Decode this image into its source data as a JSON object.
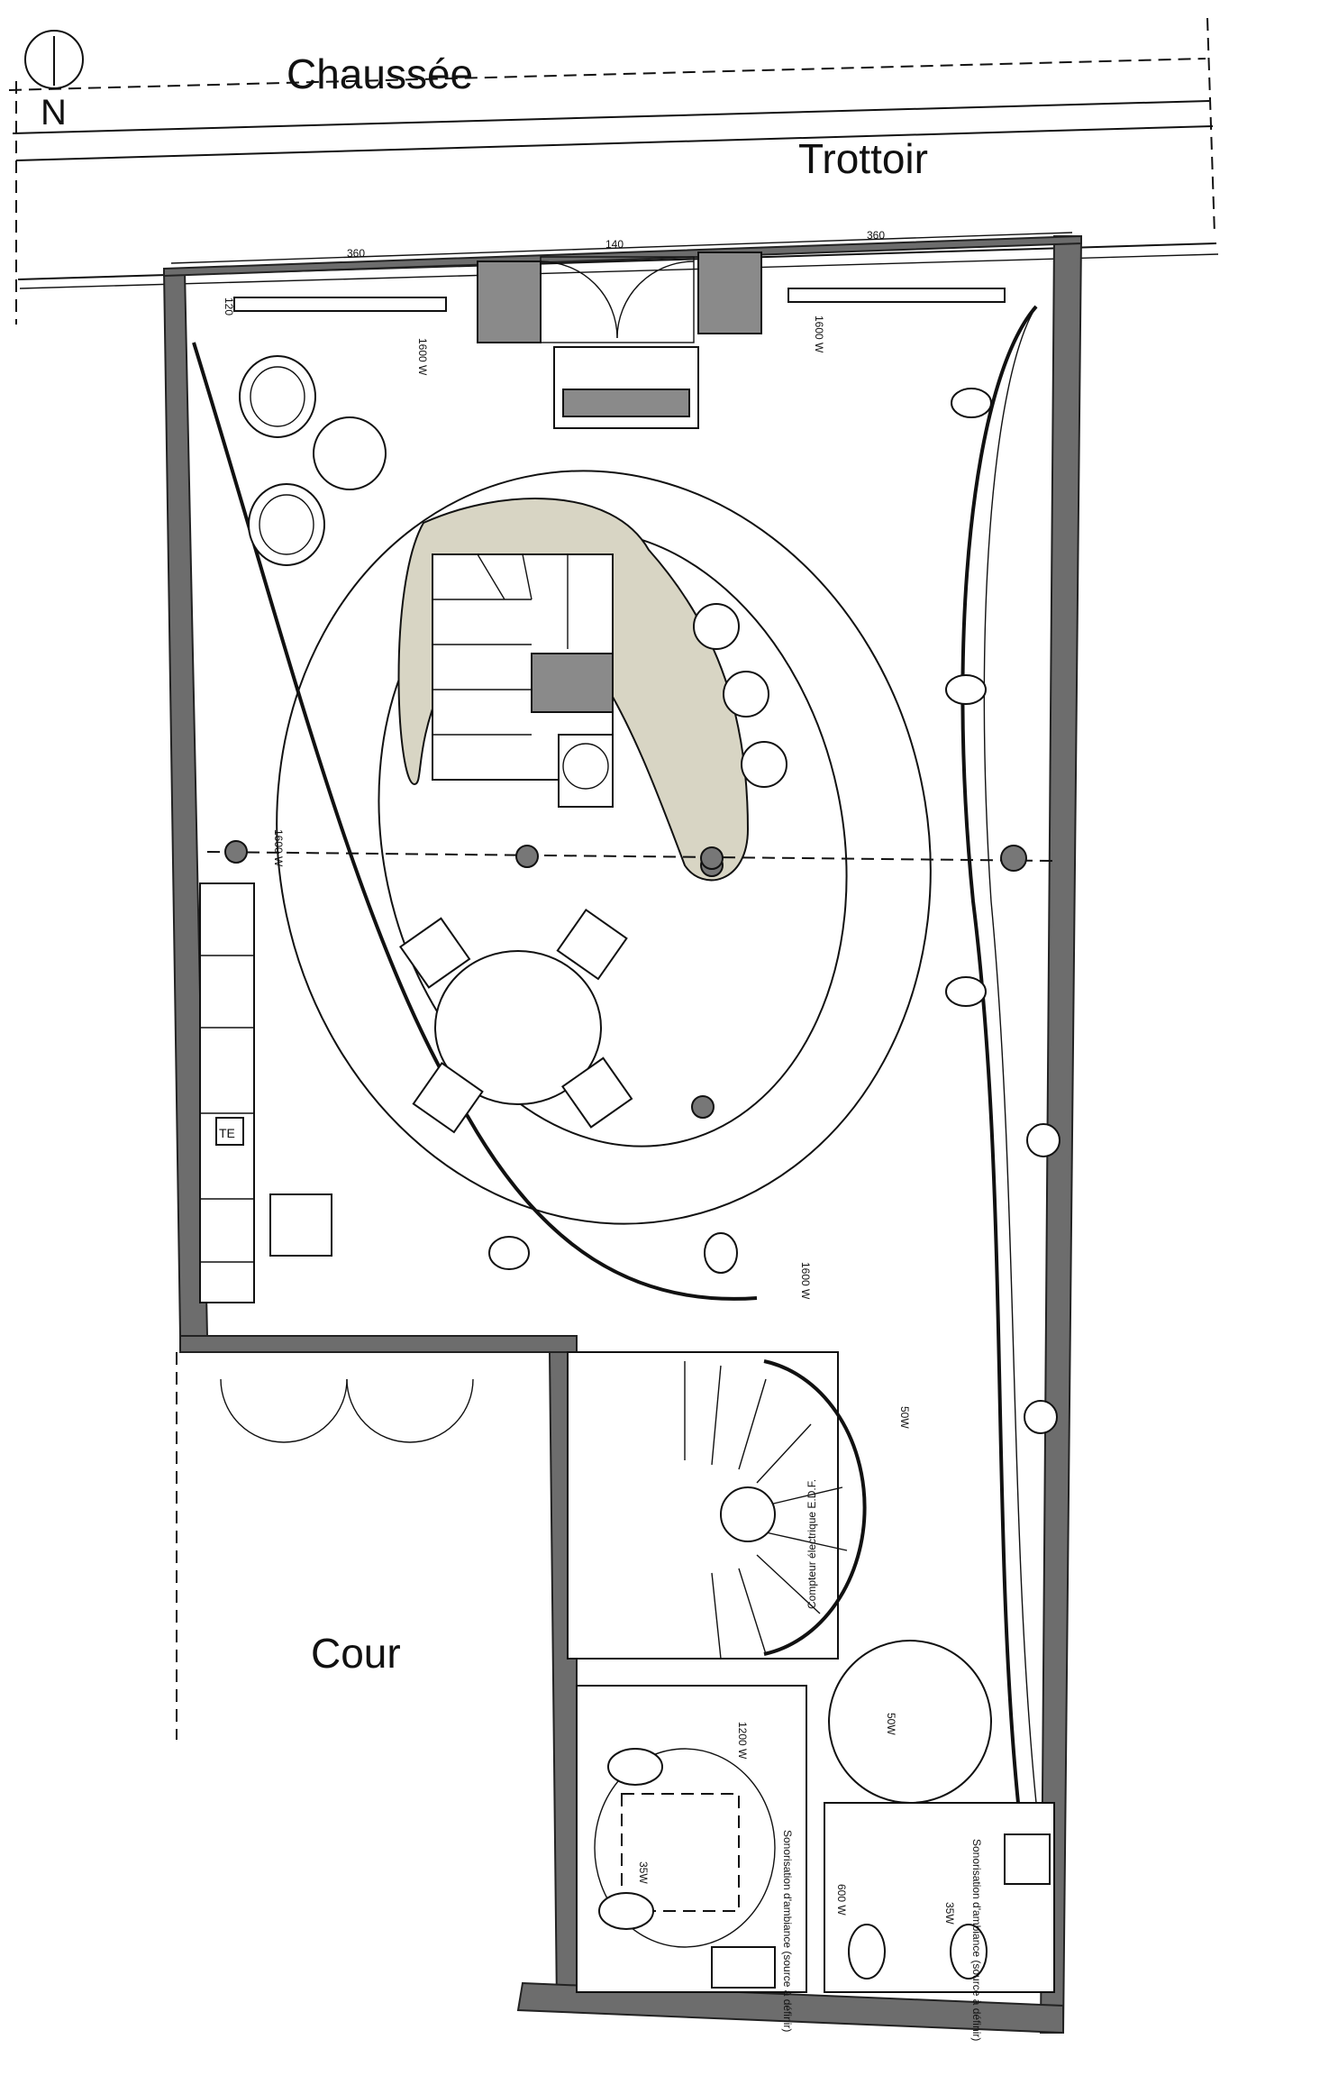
{
  "labels": {
    "street": "Chaussée",
    "sidewalk": "Trottoir",
    "courtyard": "Cour",
    "north": "N",
    "meter": "Compteur électrique E.D.F.",
    "sound_1": "Sonorisation d'ambiance (source à définir)",
    "sound_2": "Sonorisation d'ambiance (source à définir)",
    "panel": "TE"
  },
  "dimensions": {
    "d_left": "360",
    "d_mid": "140",
    "d_right": "360",
    "d_small": "120"
  },
  "power": {
    "w1600_a": "1600 W",
    "w1600_b": "1600 W",
    "w1600_c": "1600 W",
    "w1600_d": "1600 W",
    "w1200": "1200 W",
    "w600": "600 W",
    "w50_a": "50W",
    "w50_b": "50W",
    "w35_a": "35W",
    "w35_b": "35W"
  },
  "colors": {
    "wall": "#6d6d6d",
    "counter": "#d8d5c4",
    "line": "#111111"
  }
}
